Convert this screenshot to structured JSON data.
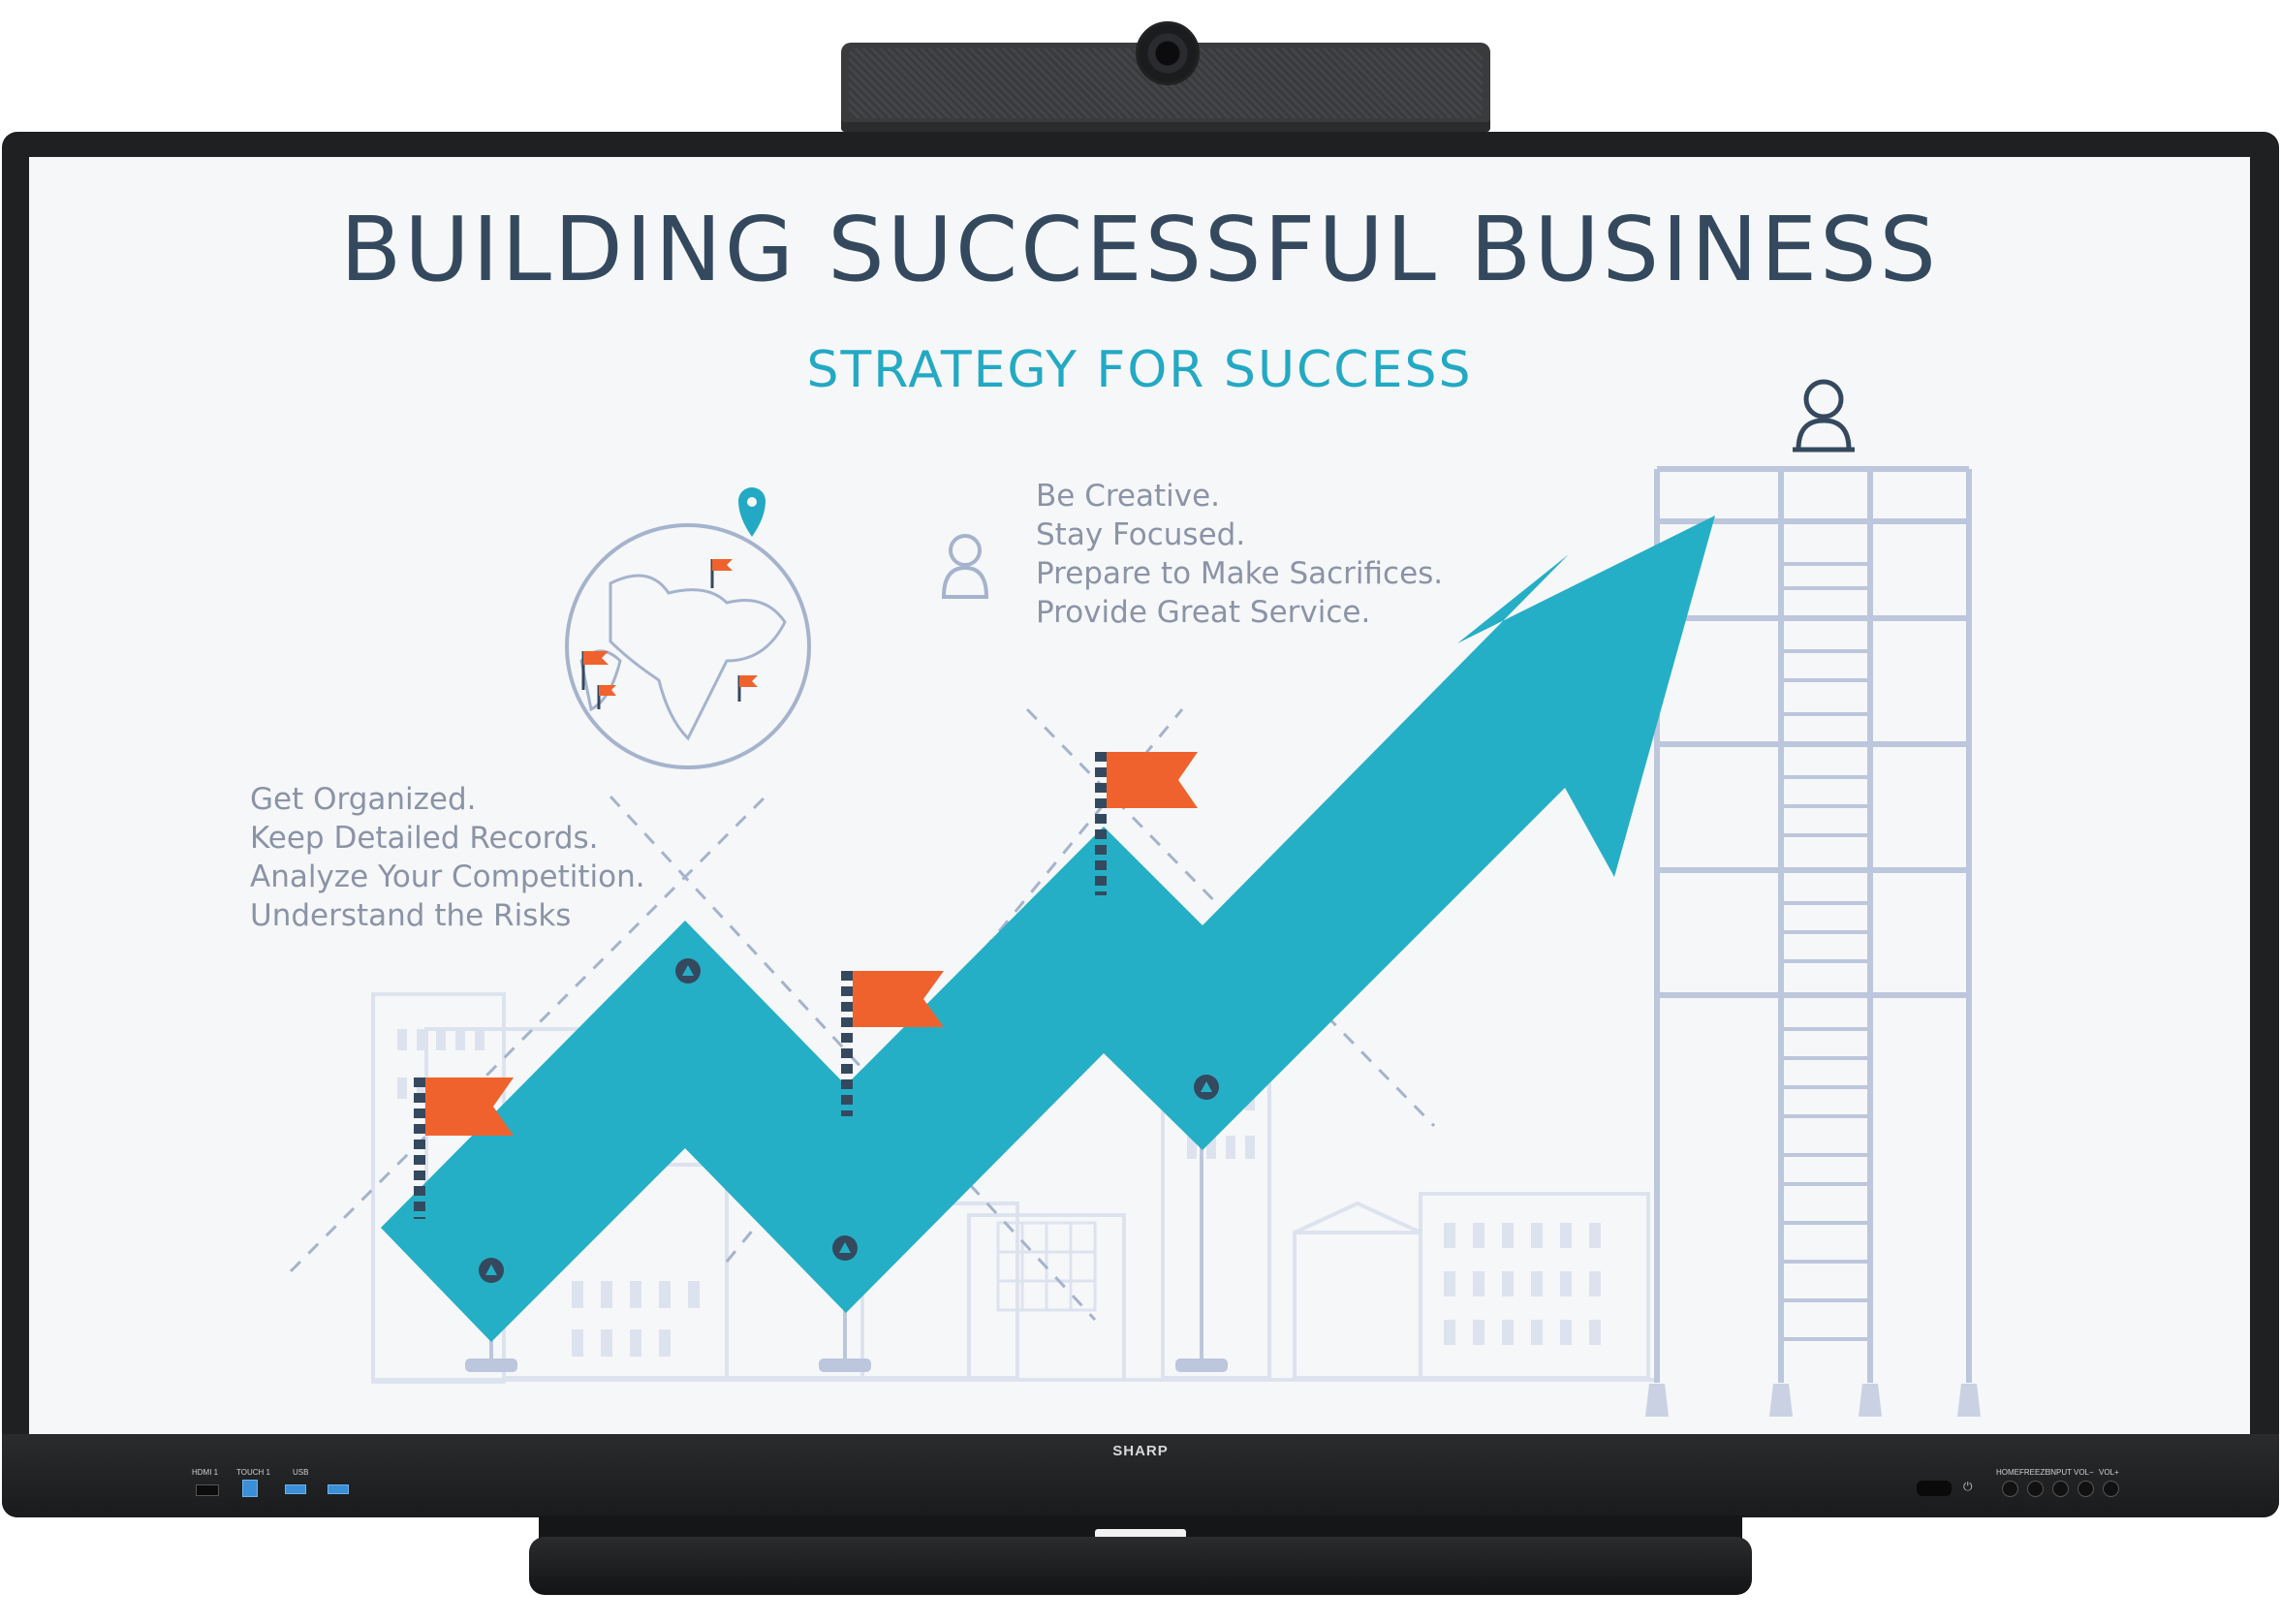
{
  "slide": {
    "title": "BUILDING SUCCESSFUL BUSINESS",
    "subtitle": "STRATEGY FOR SUCCESS",
    "bullets_right": [
      "Be Creative.",
      "Stay Focused.",
      "Prepare to Make Sacrifices.",
      "Provide Great Service."
    ],
    "bullets_left": [
      "Get Organized.",
      "Keep Detailed Records.",
      "Analyze Your Competition.",
      "Understand the Risks"
    ]
  },
  "device": {
    "brand": "SHARP",
    "ports": [
      "HDMI 1",
      "TOUCH 1",
      "USB"
    ],
    "controls": [
      "HOME",
      "FREEZE",
      "INPUT",
      "VOL−",
      "VOL+"
    ]
  },
  "colors": {
    "arrow": "#25afc6",
    "flag": "#f0622d",
    "title": "#34495e",
    "subtitle": "#23a9c3",
    "line_art": "#c5cde0",
    "bezel": "#1f2022"
  },
  "icons": [
    "camera-icon",
    "globe-icon",
    "location-pin-icon",
    "person-icon",
    "flag-icon",
    "power-icon"
  ]
}
